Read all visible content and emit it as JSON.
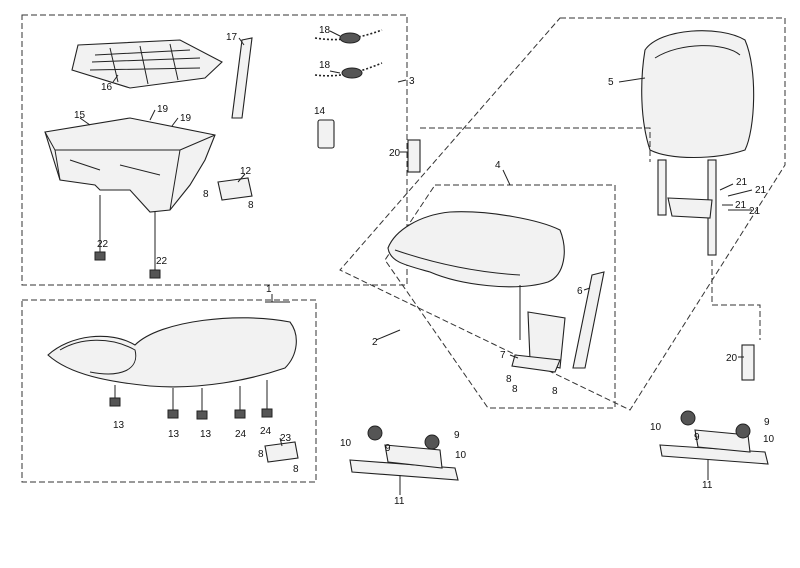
{
  "callouts": {
    "c1": "1",
    "c2": "2",
    "c3": "3",
    "c4": "4",
    "c5": "5",
    "c6": "6",
    "c7": "7",
    "c8a": "8",
    "c8b": "8",
    "c8c": "8",
    "c8d": "8",
    "c8e": "8",
    "c9a": "9",
    "c9b": "9",
    "c9c": "9",
    "c9d": "9",
    "c10a": "10",
    "c10b": "10",
    "c10c": "10",
    "c10d": "10",
    "c11a": "11",
    "c11b": "11",
    "c12": "12",
    "c13a": "13",
    "c13b": "13",
    "c13c": "13",
    "c14": "14",
    "c15": "15",
    "c16": "16",
    "c17": "17",
    "c18a": "18",
    "c18b": "18",
    "c19a": "19",
    "c19b": "19",
    "c20a": "20",
    "c20b": "20",
    "c21a": "21",
    "c21b": "21",
    "c21c": "21",
    "c21d": "21",
    "c22a": "22",
    "c22b": "22",
    "c23": "23",
    "c24a": "24",
    "c24b": "24"
  }
}
